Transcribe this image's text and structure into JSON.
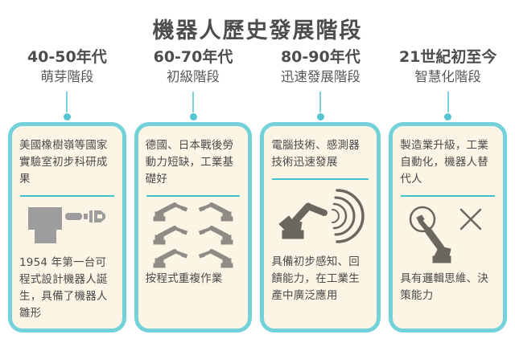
{
  "title": "機器人歷史發展階段",
  "columns": [
    {
      "era": "40-50年代",
      "stage": "萌芽階段",
      "top_text": "美國橡樹嶺等國家實驗室初步科研成果",
      "bottom_text": "1954 年第一台可程式設計機器人誕生，具備了機器人雛形",
      "icon": "early-robot-manipulator-icon"
    },
    {
      "era": "60-70年代",
      "stage": "初級階段",
      "top_text": "德國、日本戰後勞動力短缺，工業基礎好",
      "bottom_text": "按程式重複作業",
      "icon": "robot-arms-grid-icon"
    },
    {
      "era": "80-90年代",
      "stage": "迅速發展階段",
      "top_text": "電腦技術、感測器技術迅速發展",
      "bottom_text": "具備初步感知、回饋能力，在工業生產中廣泛應用",
      "icon": "robot-arm-sensor-waves-icon"
    },
    {
      "era": "21世紀初至今",
      "stage": "智慧化階段",
      "top_text": "製造業升級，工業自動化，機器人替代人",
      "bottom_text": "具有邏輯思維、決策能力",
      "icon": "robot-arm-decision-icon"
    }
  ],
  "colors": {
    "card_border_teal": "#74d1da",
    "accent_teal": "#53c6d2",
    "divider_teal": "#3fc0cd",
    "card_background": "#fcf4e5",
    "title_text": "#4d4d4d",
    "body_text": "#4a4a4a",
    "icon_gray": "#9d9d9d",
    "icon_mid_gray": "#8f8b85",
    "icon_dark_gray": "#6b675f"
  }
}
